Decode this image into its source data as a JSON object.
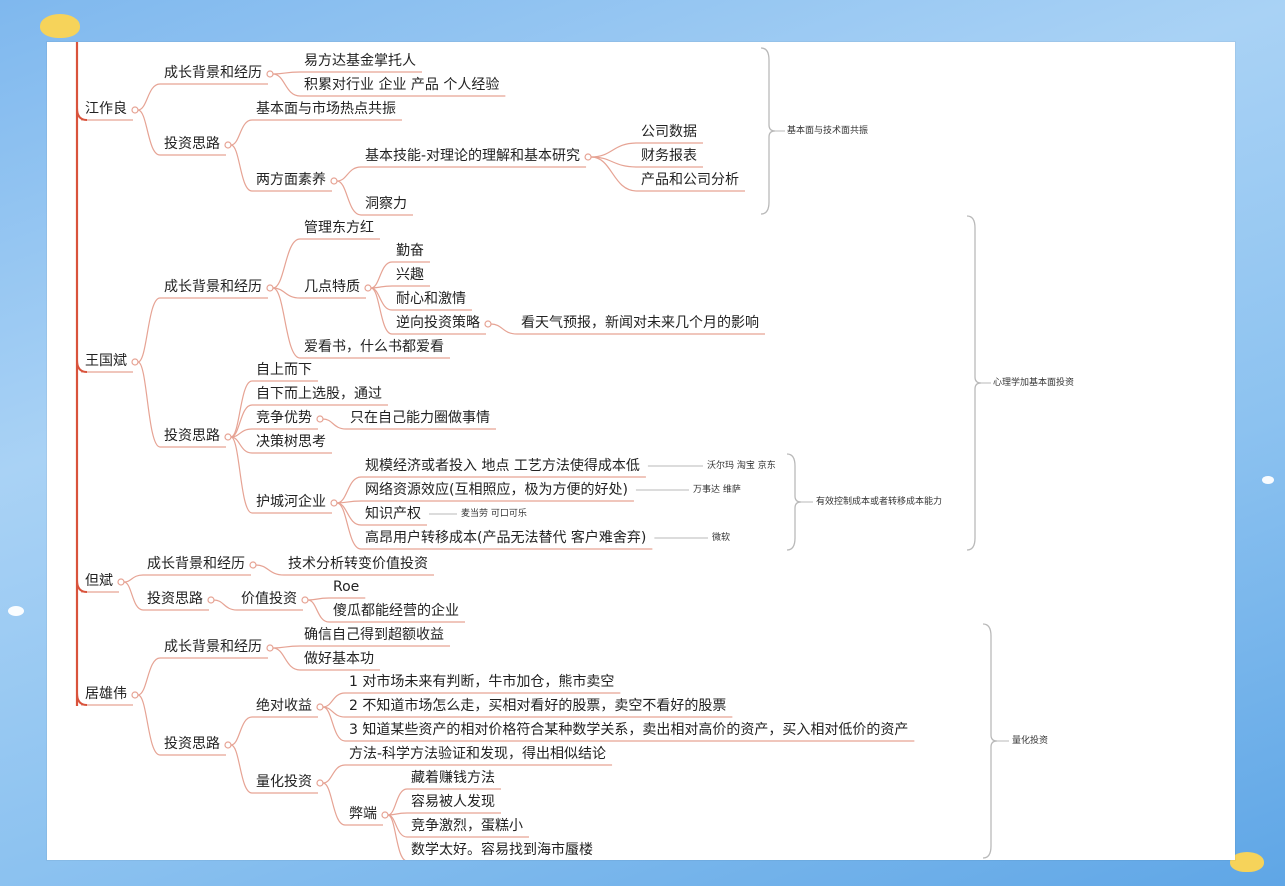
{
  "nodes": {
    "jiang": {
      "name": "江作良",
      "bg": "成长背景和经历",
      "bg1": "易方达基金掌托人",
      "bg2": "积累对行业 企业 产品 个人经验",
      "th": "投资思路",
      "th1": "基本面与市场热点共振",
      "th2": "两方面素养",
      "skill": "基本技能-对理论的理解和基本研究",
      "s1": "公司数据",
      "s2": "财务报表",
      "s3": "产品和公司分析",
      "insight": "洞察力",
      "summary": "基本面与技术面共振"
    },
    "wang": {
      "name": "王国斌",
      "bg": "成长背景和经历",
      "bg1": "管理东方红",
      "traits": "几点特质",
      "t1": "勤奋",
      "t2": "兴趣",
      "t3": "耐心和激情",
      "t4": "逆向投资策略",
      "t4a": "看天气预报，新闻对未来几个月的影响",
      "bg2": "爱看书，什么书都爱看",
      "th": "投资思路",
      "th1": "自上而下",
      "th2": "自下而上选股，通过",
      "th3": "竞争优势",
      "th3a": "只在自己能力圈做事情",
      "th4": "决策树思考",
      "moat": "护城河企业",
      "m1": "规模经济或者投入 地点 工艺方法使得成本低",
      "m1a": "沃尔玛 淘宝 京东",
      "m2": "网络资源效应(互相照应，极为方便的好处)",
      "m2a": "万事达 维萨",
      "m3": "知识产权",
      "m3a": "麦当劳 可口可乐",
      "m4": "高昂用户转移成本(产品无法替代 客户难舍弃)",
      "m4a": "微软",
      "moatSummary": "有效控制成本或者转移成本能力",
      "summary": "心理学加基本面投资"
    },
    "dan": {
      "name": "但斌",
      "bg": "成长背景和经历",
      "bg1": "技术分析转变价值投资",
      "th": "投资思路",
      "value": "价值投资",
      "v1": "Roe",
      "v2": "傻瓜都能经营的企业"
    },
    "ju": {
      "name": "居雄伟",
      "bg": "成长背景和经历",
      "bg1": "确信自己得到超额收益",
      "bg2": "做好基本功",
      "th": "投资思路",
      "abs": "绝对收益",
      "a1": "1 对市场未来有判断，牛市加仓，熊市卖空",
      "a2": "2 不知道市场怎么走，买相对看好的股票，卖空不看好的股票",
      "a3": "3 知道某些资产的相对价格符合某种数学关系，卖出相对高价的资产，买入相对低价的资产",
      "quant": "量化投资",
      "q1": "方法-科学方法验证和发现，得出相似结论",
      "flaw": "弊端",
      "f1": "藏着赚钱方法",
      "f2": "容易被人发现",
      "f3": "竞争激烈，蛋糕小",
      "f4": "数学太好。容易找到海市蜃楼",
      "summary": "量化投资"
    }
  },
  "colors": {
    "branch": "#d9533c",
    "underline": "#e6a394",
    "bracket": "#b9b9b9",
    "canvas": "#ffffff"
  }
}
